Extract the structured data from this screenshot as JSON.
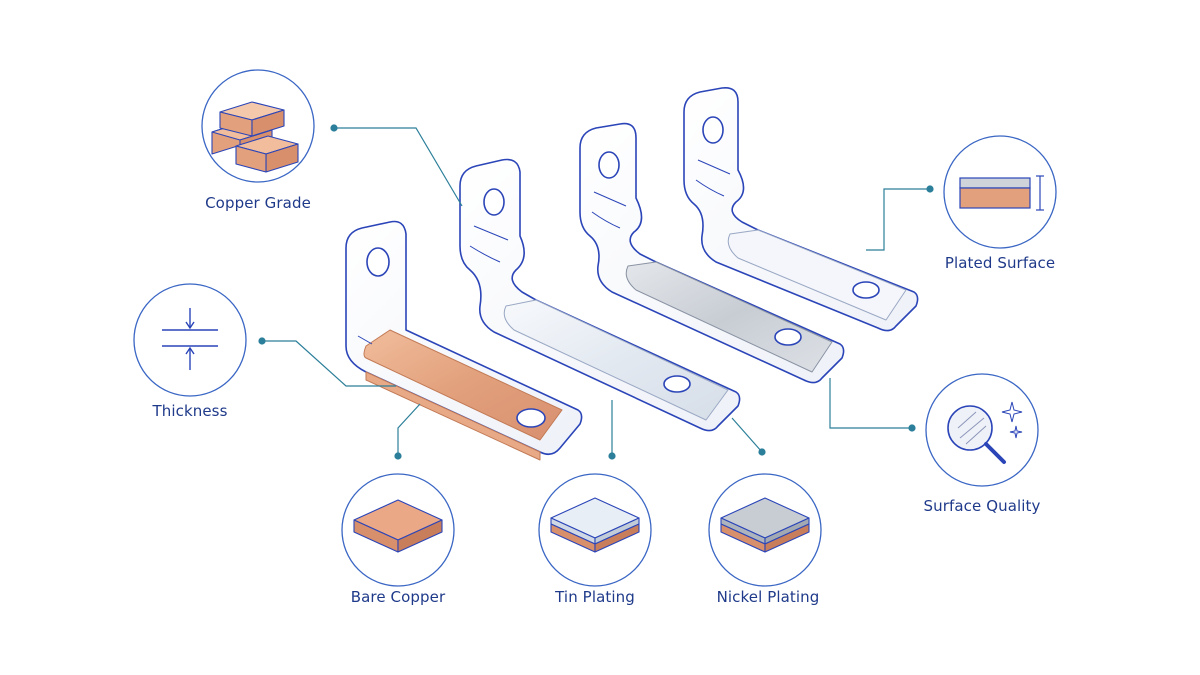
{
  "colors": {
    "outline": "#2b45b8",
    "leader": "#2c7f9a",
    "copper": "#e2a382",
    "copper_dark": "#c88360",
    "tin": "#e8eef5",
    "nickel": "#cfd4db",
    "circle_stroke": "#3a66c4"
  },
  "callouts": {
    "copper_grade": {
      "label": "Copper Grade",
      "icon": "copper-bars-icon"
    },
    "thickness": {
      "label": "Thickness",
      "icon": "thickness-arrows-icon"
    },
    "plated_surface": {
      "label": "Plated Surface",
      "icon": "plating-layer-icon"
    },
    "surface_quality": {
      "label": "Surface Quality",
      "icon": "magnifier-sparkle-icon"
    },
    "bare_copper": {
      "label": "Bare Copper",
      "icon": "copper-block-icon"
    },
    "tin_plating": {
      "label": "Tin Plating",
      "icon": "tin-block-icon"
    },
    "nickel_plating": {
      "label": "Nickel Plating",
      "icon": "nickel-block-icon"
    }
  }
}
